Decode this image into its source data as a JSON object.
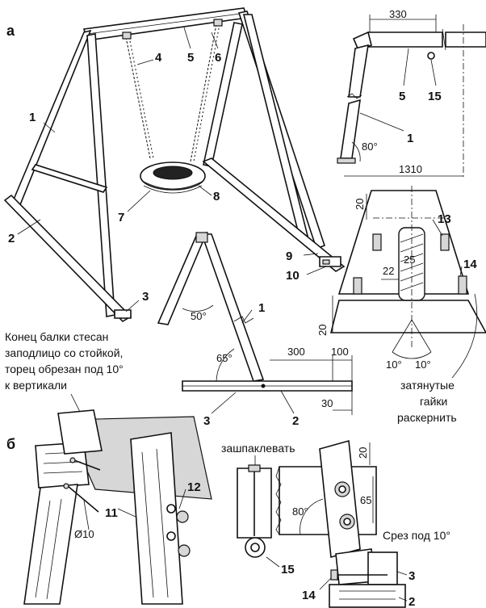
{
  "sections": {
    "a": "а",
    "b": "б"
  },
  "callouts": {
    "c1": "1",
    "c2": "2",
    "c3": "3",
    "c4": "4",
    "c5": "5",
    "c6": "6",
    "c7": "7",
    "c8": "8",
    "c9": "9",
    "c10": "10",
    "s1": "1",
    "s5": "5",
    "s15": "15",
    "n13": "13",
    "n14": "14",
    "a1": "1",
    "a2": "2",
    "a3": "3",
    "b11": "11",
    "b12": "12",
    "j15": "15",
    "j14": "14",
    "j3": "3",
    "j2": "2"
  },
  "dimensions": {
    "d330": "330",
    "d1310": "1310",
    "ang80top": "80°",
    "d20a": "20",
    "d22": "22",
    "d25": "25",
    "d20b": "20",
    "ang10l": "10°",
    "ang10r": "10°",
    "ang50": "50°",
    "ang65": "65°",
    "d300": "300",
    "d100": "100",
    "d30": "30",
    "dia10": "Ø10",
    "d20c": "20",
    "d65": "65",
    "ang80b": "80°"
  },
  "notes": {
    "beam_line1": "Конец балки стесан",
    "beam_line2": "заподлицо со стойкой,",
    "beam_line3": "торец обрезан под 10°",
    "beam_line4": "к вертикали",
    "nuts_line1": "затянутые",
    "nuts_line2": "гайки",
    "nuts_line3": "раскернить",
    "putty": "зашпаклевать",
    "cut": "Срез под 10°"
  }
}
